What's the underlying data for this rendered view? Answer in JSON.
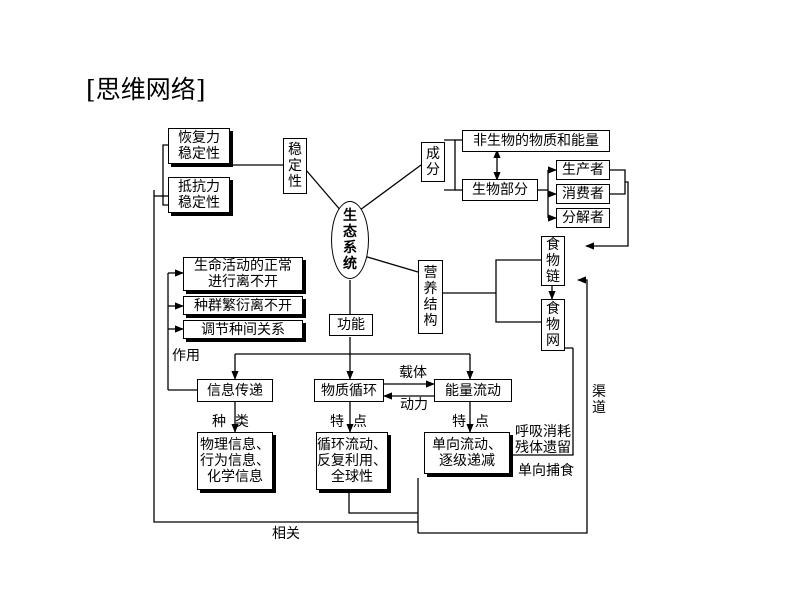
{
  "title": "[思维网络]",
  "center": "生\n态\n系\n统",
  "stability": {
    "label": "稳\n定\n性",
    "recovery": "恢复力\n稳定性",
    "resistance": "抵抗力\n稳定性"
  },
  "composition": {
    "label": "成\n分",
    "nonliving": "非生物的物质和能量",
    "living": "生物部分",
    "producer": "生产者",
    "consumer": "消费者",
    "decomposer": "分解者"
  },
  "structure": {
    "label": "营\n养\n结\n构",
    "food_chain": "食\n物\n链",
    "food_web": "食\n物\n网"
  },
  "function": {
    "label": "功能",
    "info": "信息传递",
    "matter": "物质循环",
    "energy": "能量流动",
    "info_roles": {
      "life_activity": "生命活动的正常\n进行离不开",
      "reproduction": "种群繁衍离不开",
      "regulate": "调节种间关系"
    },
    "info_types": "物理信息、\n行为信息、\n化学信息",
    "matter_features": "循环流动、\n反复利用、\n全球性",
    "energy_features": "单向流动、\n逐级递减"
  },
  "edge_labels": {
    "effect": "作用",
    "kind": "种  类",
    "feature1": "特  点",
    "feature2": "特  点",
    "carrier": "载体",
    "power": "动力",
    "respiration": "呼吸消耗\n残体遗留",
    "predation": "单向捕食",
    "channel": "渠\n道",
    "related": "相关"
  }
}
